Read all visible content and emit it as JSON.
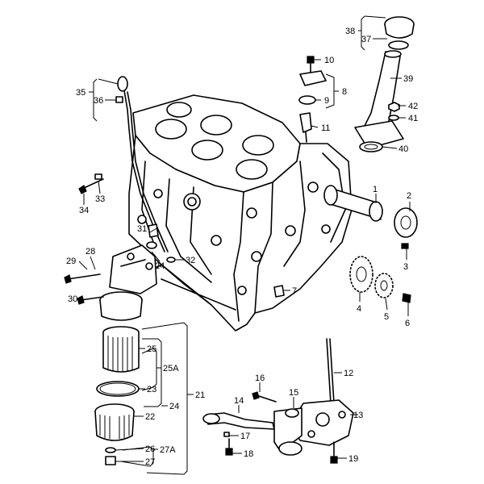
{
  "callouts": {
    "c1": "1",
    "c2": "2",
    "c3": "3",
    "c4": "4",
    "c5": "5",
    "c6": "6",
    "c7": "7",
    "c8": "8",
    "c9": "9",
    "c10": "10",
    "c11": "11",
    "c12": "12",
    "c13": "13",
    "c14": "14",
    "c15": "15",
    "c16": "16",
    "c17": "17",
    "c18": "18",
    "c19": "19",
    "c21": "21",
    "c22": "22",
    "c23": "23",
    "c24a": "24",
    "c24b": "24",
    "c25": "25",
    "c25A": "25A",
    "c26": "26",
    "c27": "27",
    "c27A": "27A",
    "c28": "28",
    "c29": "29",
    "c30": "30",
    "c31": "31",
    "c32": "32",
    "c33": "33",
    "c34": "34",
    "c35": "35",
    "c36": "36",
    "c37": "37",
    "c38": "38",
    "c39": "39",
    "c40": "40",
    "c41": "41",
    "c42": "42"
  },
  "colors": {
    "line": "#000000",
    "background": "#ffffff"
  }
}
